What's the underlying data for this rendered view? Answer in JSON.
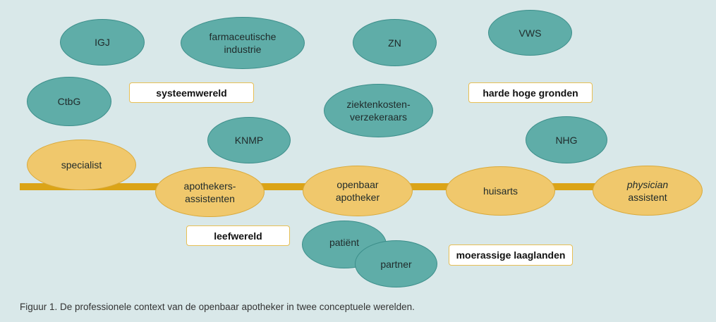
{
  "colors": {
    "background": "#d9e8e9",
    "teal": "#5fada8",
    "yellow": "#f0c86c",
    "axis": "#dba417",
    "label_border": "#e7bf55"
  },
  "system_world_nodes": {
    "igj": "IGJ",
    "farma": "farmaceutische\nindustrie",
    "zn": "ZN",
    "vws": "VWS",
    "ctbg": "CtbG",
    "ziekten": "ziektenkosten-\nverzekeraars",
    "knmp": "KNMP",
    "nhg": "NHG"
  },
  "axis_nodes": {
    "specialist": "specialist",
    "apothekers": "apothekers-\nassistenten",
    "openbaar": "openbaar\napotheker",
    "huisarts": "huisarts",
    "physician_italic": "physician",
    "physician_rest": "assistent"
  },
  "life_world_nodes": {
    "patient": "patiënt",
    "partner": "partner"
  },
  "labels": {
    "systeemwereld": "systeemwereld",
    "harde": "harde hoge gronden",
    "leefwereld": "leefwereld",
    "moerassige": "moerassige laaglanden"
  },
  "caption": "Figuur 1. De professionele context van de openbaar apotheker in twee conceptuele werelden."
}
